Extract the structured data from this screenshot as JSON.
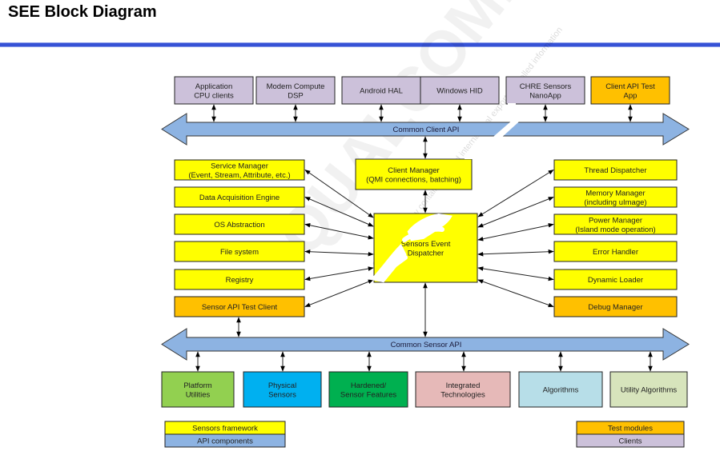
{
  "header": {
    "title": "SEE Block Diagram",
    "rule_color": "#3652d6"
  },
  "colors": {
    "client": "#ccc1da",
    "test": "#ffc000",
    "framework": "#ffff00",
    "api": "#8db3e2",
    "platform_utilities": "#92d050",
    "physical_sensors": "#00b0f0",
    "hardened": "#00b050",
    "integrated": "#e6b9b8",
    "algorithms": "#b7dee8",
    "utility_algorithms": "#d7e4bc"
  },
  "clients": [
    {
      "lines": [
        "Application",
        "CPU clients"
      ],
      "color": "client"
    },
    {
      "lines": [
        "Modem Compute",
        "DSP"
      ],
      "color": "client"
    },
    {
      "lines": [
        "Android HAL"
      ],
      "color": "client"
    },
    {
      "lines": [
        "Windows HID"
      ],
      "color": "client"
    },
    {
      "lines": [
        "CHRE Sensors",
        "NanoApp"
      ],
      "color": "client"
    },
    {
      "lines": [
        "Client API Test",
        "App"
      ],
      "color": "test"
    }
  ],
  "client_bus": {
    "label": "Common Client API"
  },
  "sensor_bus": {
    "label": "Common Sensor API"
  },
  "client_manager": {
    "lines": [
      "Client Manager",
      "(QMI connections, batching)"
    ]
  },
  "dispatcher": {
    "lines": [
      "Sensors Event",
      "Dispatcher"
    ]
  },
  "left_modules": [
    {
      "lines": [
        "Service Manager",
        "(Event, Stream, Attribute, etc.)"
      ],
      "color": "framework"
    },
    {
      "lines": [
        "Data Acquisition Engine"
      ],
      "color": "framework"
    },
    {
      "lines": [
        "OS Abstraction"
      ],
      "color": "framework"
    },
    {
      "lines": [
        "File system"
      ],
      "color": "framework"
    },
    {
      "lines": [
        "Registry"
      ],
      "color": "framework"
    },
    {
      "lines": [
        "Sensor API Test Client"
      ],
      "color": "test"
    }
  ],
  "right_modules": [
    {
      "lines": [
        "Thread Dispatcher"
      ],
      "color": "framework"
    },
    {
      "lines": [
        "Memory Manager",
        "(including uImage)"
      ],
      "color": "framework"
    },
    {
      "lines": [
        "Power Manager",
        "(Island mode operation)"
      ],
      "color": "framework"
    },
    {
      "lines": [
        "Error Handler"
      ],
      "color": "framework"
    },
    {
      "lines": [
        "Dynamic Loader"
      ],
      "color": "framework"
    },
    {
      "lines": [
        "Debug Manager"
      ],
      "color": "test"
    }
  ],
  "sensor_modules": [
    {
      "lines": [
        "Platform",
        "Utilities"
      ],
      "color": "platform_utilities"
    },
    {
      "lines": [
        "Physical",
        "Sensors"
      ],
      "color": "physical_sensors"
    },
    {
      "lines": [
        "Hardened/",
        "Sensor Features"
      ],
      "color": "hardened"
    },
    {
      "lines": [
        "Integrated",
        "Technologies"
      ],
      "color": "integrated"
    },
    {
      "lines": [
        "Algorithms"
      ],
      "color": "algorithms"
    },
    {
      "lines": [
        "Utility Algorithms"
      ],
      "color": "utility_algorithms"
    }
  ],
  "legend_left": [
    {
      "label": "Sensors framework",
      "color": "framework"
    },
    {
      "label": "API components",
      "color": "api"
    }
  ],
  "legend_right": [
    {
      "label": "Test modules",
      "color": "test"
    },
    {
      "label": "Clients",
      "color": "client"
    }
  ],
  "watermark": {
    "brand": "QUALCOMM",
    "notice": "Confidential - May contain U.S. and international export controlled information"
  }
}
